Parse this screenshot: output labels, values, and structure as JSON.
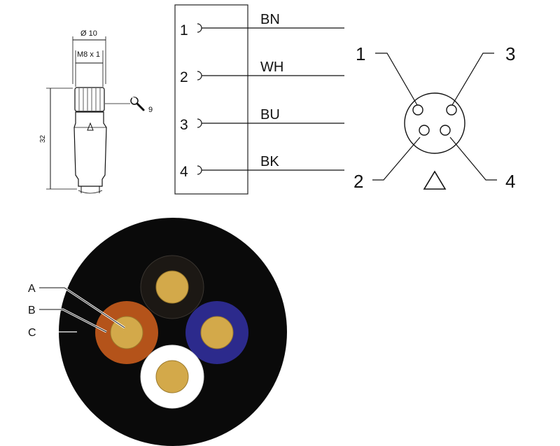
{
  "connector_drawing": {
    "dim_diameter": "Ø 10",
    "dim_thread": "M8 x 1",
    "dim_length": "32",
    "dim_wrench": "9"
  },
  "wiring": {
    "pins": [
      {
        "pin": "1",
        "wire": "BN"
      },
      {
        "pin": "2",
        "wire": "WH"
      },
      {
        "pin": "3",
        "wire": "BU"
      },
      {
        "pin": "4",
        "wire": "BK"
      }
    ]
  },
  "pinout": {
    "pin1": "1",
    "pin2": "2",
    "pin3": "3",
    "pin4": "4"
  },
  "cable_section": {
    "labels": [
      {
        "id": "a",
        "text": "A"
      },
      {
        "id": "b",
        "text": "B"
      },
      {
        "id": "c",
        "text": "C"
      }
    ],
    "colors": {
      "jacket": "#0a0a0a",
      "conductor": "#d3a94a",
      "brown": "#b4531a",
      "white": "#ffffff",
      "blue": "#2c2a8c",
      "black": "#1c1814"
    }
  }
}
